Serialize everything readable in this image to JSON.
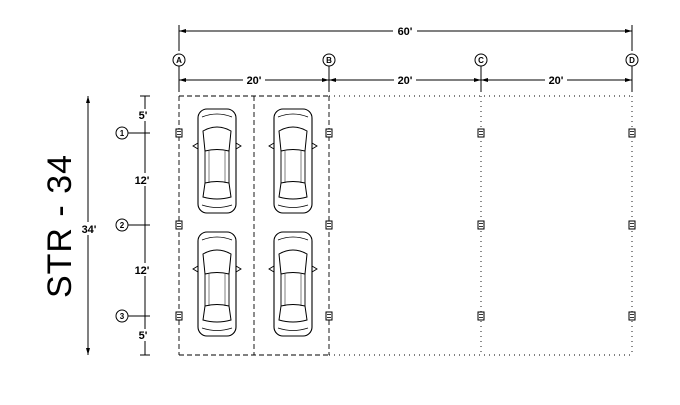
{
  "drawing": {
    "title": "STR - 34",
    "overall_width": "60'",
    "overall_depth": "34'",
    "bay_widths": [
      "20'",
      "20'",
      "20'"
    ],
    "depth_segments": [
      "5'",
      "12'",
      "12'",
      "5'"
    ],
    "column_lines": [
      "A",
      "B",
      "C",
      "D"
    ],
    "row_lines": [
      "1",
      "2",
      "3"
    ],
    "parking_stalls": 4,
    "colors": {
      "line": "#000000",
      "background": "#ffffff"
    }
  }
}
